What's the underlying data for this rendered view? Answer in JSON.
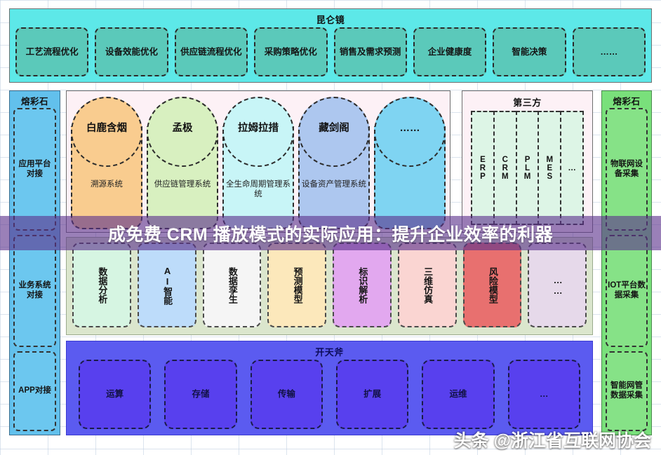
{
  "top_layer": {
    "title": "昆仑镜",
    "items": [
      {
        "label": "工艺流程优化"
      },
      {
        "label": "设备效能优化"
      },
      {
        "label": "供应链流程优化"
      },
      {
        "label": "采购策略优化"
      },
      {
        "label": "销售及需求预测"
      },
      {
        "label": "企业健康度"
      },
      {
        "label": "智能决策"
      },
      {
        "label": "……"
      }
    ]
  },
  "left_sidebar": {
    "title": "熔彩石",
    "items": [
      {
        "label": "应用平台对接"
      },
      {
        "label": "业务系统对接"
      },
      {
        "label": "APP对接"
      }
    ]
  },
  "right_sidebar": {
    "title": "熔彩石",
    "items": [
      {
        "label": "物联网设备采集"
      },
      {
        "label": "IOT平台数据采集"
      },
      {
        "label": "智能网管数据采集"
      }
    ]
  },
  "platform_layer": {
    "items": [
      {
        "name": "白鹿含烟",
        "subtitle": "溯源系统",
        "color": "#f9cc8f"
      },
      {
        "name": "孟极",
        "subtitle": "供应链管理系统",
        "color": "#d8f0c0"
      },
      {
        "name": "拉姆拉措",
        "subtitle": "全生命周期管理系统",
        "color": "#c8f5f7"
      },
      {
        "name": "藏剑阁",
        "subtitle": "设备资产管理系统",
        "color": "#adc7ef"
      },
      {
        "name": "……",
        "subtitle": "",
        "color": "#7fd4f2"
      }
    ]
  },
  "third_party": {
    "title": "第三方",
    "items": [
      {
        "label": "ERP"
      },
      {
        "label": "CRM"
      },
      {
        "label": "PLM"
      },
      {
        "label": "MES"
      },
      {
        "label": "…"
      }
    ]
  },
  "capability_layer": {
    "items": [
      {
        "label": "数据分析",
        "color": "#d6f5e2"
      },
      {
        "label": "AI智能",
        "color": "#bddcfa"
      },
      {
        "label": "数据孪生",
        "color": "#f5f5f5"
      },
      {
        "label": "预测模型",
        "color": "#fce8bb"
      },
      {
        "label": "标识解析",
        "color": "#e2a8ef"
      },
      {
        "label": "三维仿真",
        "color": "#fad5d2"
      },
      {
        "label": "风险模型",
        "color": "#e8706f"
      },
      {
        "label": "……",
        "color": "#e6d9ea"
      }
    ]
  },
  "infra_layer": {
    "title": "开天斧",
    "items": [
      {
        "label": "运算"
      },
      {
        "label": "存储"
      },
      {
        "label": "传输"
      },
      {
        "label": "扩展"
      },
      {
        "label": "运维"
      },
      {
        "label": "…"
      }
    ]
  },
  "banner": {
    "text": "成免费 CRM 播放模式的实际应用：提升企业效率的利器"
  },
  "watermark": {
    "brand": "头条",
    "user": "@浙江省互联网协会"
  },
  "colors": {
    "top_band": "#5de8e8",
    "top_item": "#5bc9ba",
    "left_sidebar": "#62c0ec",
    "right_sidebar": "#79e07b",
    "panel_pink": "#fdf1f6",
    "capability_panel": "#dbe6cd",
    "infra_band": "#5b5bf0",
    "infra_item": "#5840ee",
    "banner_overlay": "#5c328c"
  }
}
